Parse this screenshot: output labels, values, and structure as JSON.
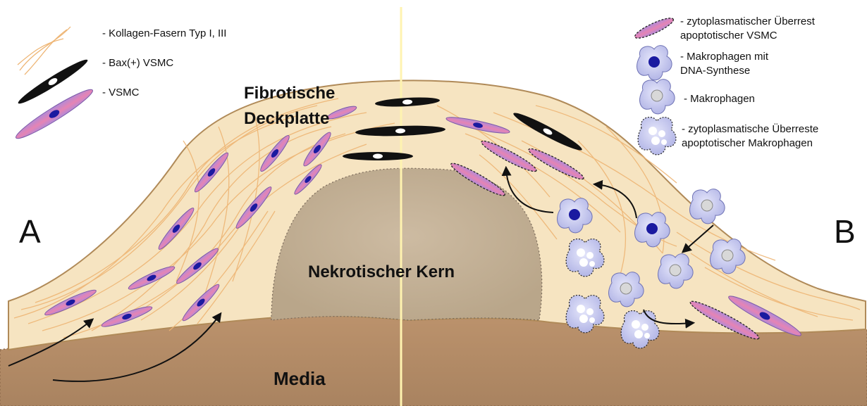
{
  "panel_left": {
    "letter": "A"
  },
  "panel_right": {
    "letter": "B"
  },
  "regions": {
    "fibrous_cap_line1": "Fibrotische",
    "fibrous_cap_line2": "Deckplatte",
    "necrotic_core": "Nekrotischer Kern",
    "media": "Media"
  },
  "legend_left": [
    {
      "icon": "collagen-fiber-icon",
      "label": "- Kollagen-Fasern Typ I, III"
    },
    {
      "icon": "bax-vsmc-icon",
      "label": "- Bax(+) VSMC"
    },
    {
      "icon": "vsmc-icon",
      "label": "- VSMC"
    }
  ],
  "legend_right": [
    {
      "icon": "apoptotic-vsmc-remnant-icon",
      "lines": [
        "- zytoplasmatischer Überrest",
        "apoptotischer VSMC"
      ]
    },
    {
      "icon": "macrophage-dna-synthesis-icon",
      "lines": [
        "- Makrophagen mit",
        "DNA-Synthese"
      ]
    },
    {
      "icon": "macrophage-icon",
      "lines": [
        "- Makrophagen"
      ]
    },
    {
      "icon": "apoptotic-macrophage-remnant-icon",
      "lines": [
        "- zytoplasmatische Überreste",
        "apoptotischer Makrophagen"
      ]
    }
  ],
  "colors": {
    "cap": "#f6e4c1",
    "cap_outline": "#b08a58",
    "media": "#b58c66",
    "core": "#c7b49a",
    "collagen": "#f0b878",
    "vsmc_fill": "#c9a0d8",
    "vsmc_core": "#e070a8",
    "nucleus": "#1a1aa0",
    "bax_vsmc": "#111111",
    "macrophage": "#c9cbee",
    "divider": "#fff3b0"
  }
}
